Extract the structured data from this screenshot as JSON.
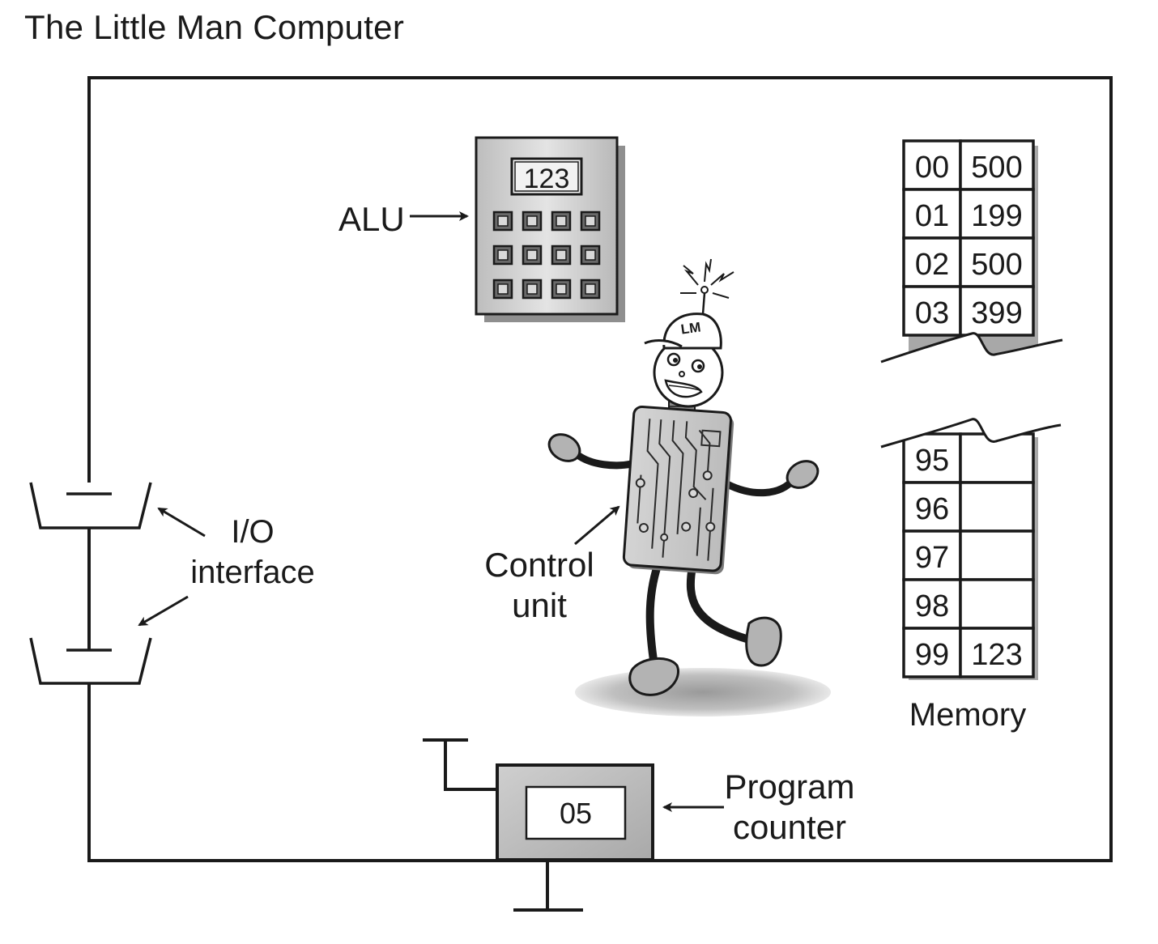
{
  "title": "The Little Man Computer",
  "labels": {
    "alu": "ALU",
    "io_line1": "I/O",
    "io_line2": "interface",
    "control_line1": "Control",
    "control_line2": "unit",
    "memory": "Memory",
    "pc_line1": "Program",
    "pc_line2": "counter"
  },
  "alu_display": "123",
  "cap_text": "LM",
  "program_counter_value": "05",
  "memory_top": [
    {
      "address": "00",
      "value": "500"
    },
    {
      "address": "01",
      "value": "199"
    },
    {
      "address": "02",
      "value": "500"
    },
    {
      "address": "03",
      "value": "399"
    }
  ],
  "memory_bottom": [
    {
      "address": "95",
      "value": ""
    },
    {
      "address": "96",
      "value": ""
    },
    {
      "address": "97",
      "value": ""
    },
    {
      "address": "98",
      "value": ""
    },
    {
      "address": "99",
      "value": "123"
    }
  ]
}
